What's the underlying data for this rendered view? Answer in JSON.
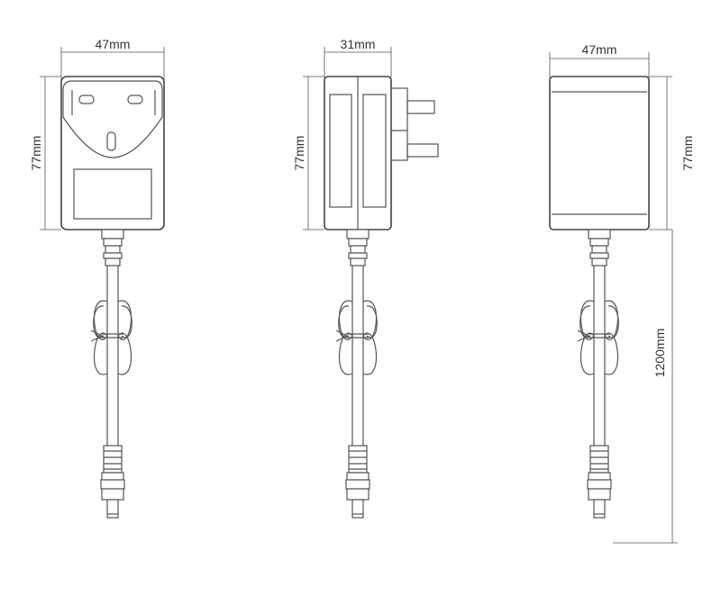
{
  "dimensions": {
    "front_width": "47mm",
    "front_height": "77mm",
    "side_depth": "31mm",
    "side_height": "77mm",
    "back_width": "47mm",
    "back_height": "77mm",
    "cable_length": "1200mm"
  },
  "colors": {
    "line": "#555555",
    "text": "#333333",
    "background": "#ffffff"
  }
}
